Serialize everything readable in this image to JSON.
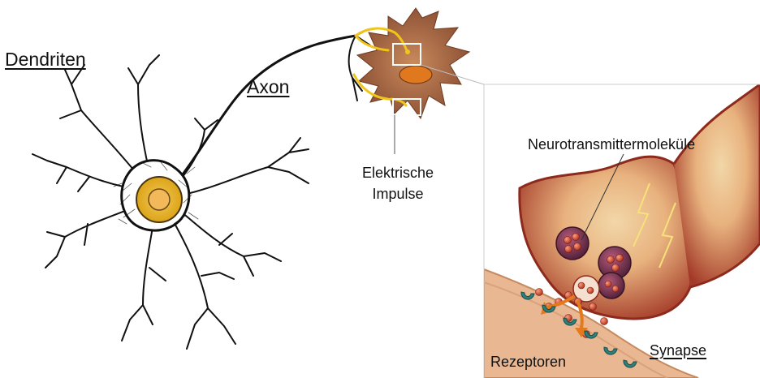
{
  "labels": {
    "dendrites": "Dendriten",
    "axon": "Axon",
    "electric_impulses": "Elektrische Impulse",
    "neurotransmitter": "Neurotransmittermoleküle",
    "synapse": "Synapse",
    "receptors": "Rezeptoren"
  },
  "colors": {
    "nucleus": "#e9b11b",
    "target_cell": "#a86a45",
    "impulse": "#f0c419",
    "terminal": "#a33a28",
    "membrane": "#e6b48c",
    "vesicle": "#7f3552",
    "molecule": "#c8331f",
    "receptor": "#2f7f7a",
    "arrow": "#e57a1d"
  }
}
